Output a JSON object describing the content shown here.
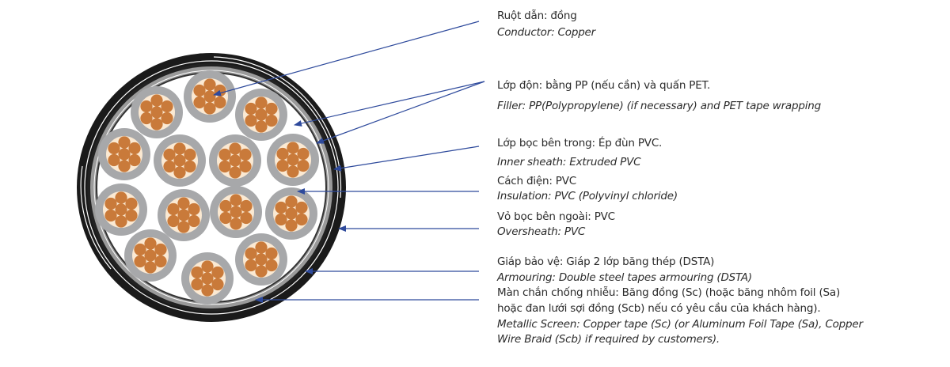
{
  "colors": {
    "oversheath": "#1a1a1a",
    "armour_band": "#9a9a9a",
    "insulation": "#a7a8aa",
    "copper": "#c97a3a",
    "filler": "#ffffff",
    "arrow": "#2e4a9c",
    "text": "#2b2b2b"
  },
  "labels": {
    "conductor": {
      "vi": "Ruột dẫn: đồng",
      "en": "Conductor: Copper"
    },
    "filler": {
      "vi": "Lớp độn: bằng PP (nếu cần) và quấn PET.",
      "en": "Filler: PP(Polypropylene) (if necessary) and PET tape wrapping"
    },
    "inner_sheath": {
      "vi": "Lớp bọc bên trong: Ép đùn PVC.",
      "en": "Inner sheath: Extruded PVC"
    },
    "insulation": {
      "vi": "Cách điện: PVC",
      "en": "Insulation: PVC (Polyvinyl chloride)"
    },
    "oversheath": {
      "vi": "Vỏ bọc bên ngoài: PVC",
      "en": "Oversheath: PVC"
    },
    "armouring": {
      "vi": "Giáp bảo vệ: Giáp 2 lớp băng thép (DSTA)",
      "en": "Armouring: Double steel tapes armouring (DSTA)"
    },
    "screen": {
      "vi_1": "Màn chắn chống nhiễu: Băng đồng (Sc) (hoặc băng nhôm foil (Sa)",
      "vi_2": "hoặc đan lưới sợi đồng (Scb) nếu có yêu cầu của khách hàng).",
      "en_1": "Metallic Screen: Copper tape (Sc) (or Aluminum Foil Tape (Sa), Copper",
      "en_2": "Wire Braid (Scb) if required by customers)."
    }
  }
}
